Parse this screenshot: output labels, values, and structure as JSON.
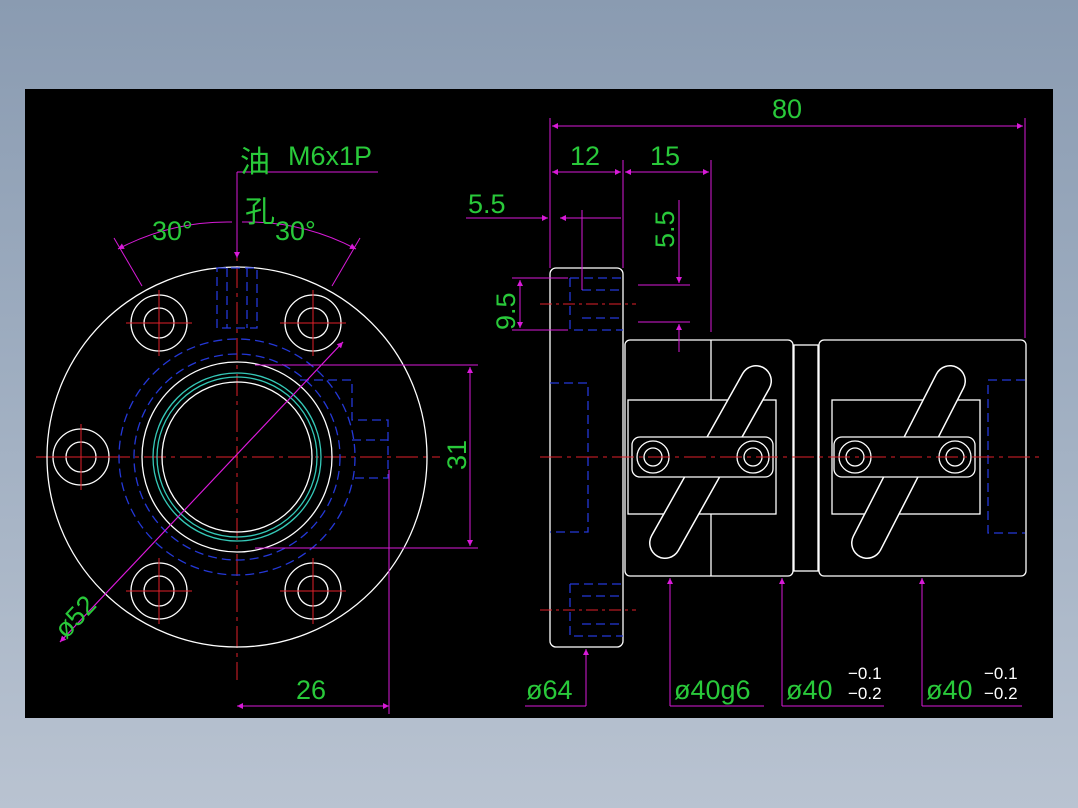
{
  "colors": {
    "background": "#000000",
    "outline": "#ffffff",
    "hidden": "#2438d8",
    "center": "#e0202a",
    "dimension": "#d81ad8",
    "text": "#29c93a",
    "seal": "#35c9b8"
  },
  "front_view": {
    "oil_hole_label_char1": "油",
    "oil_hole_label_char2": "孔",
    "thread_label": "M6x1P",
    "angle_left": "30°",
    "angle_right": "30°",
    "bolt_circle_dia": "ø52",
    "height_dim": "31",
    "width_dim": "26"
  },
  "side_view": {
    "overall_length": "80",
    "flange_thickness": "12",
    "segment_length": "15",
    "hole_offset_h": "5.5",
    "hole_offset_v": "5.5",
    "counterbore_dim": "9.5",
    "flange_dia": "ø64",
    "spigot_dia": "ø40g6",
    "body_dia_mid": "ø40",
    "body_dia_mid_tol_upper": "−0.1",
    "body_dia_mid_tol_lower": "−0.2",
    "body_dia_end": "ø40",
    "body_dia_end_tol_upper": "−0.1",
    "body_dia_end_tol_lower": "−0.2"
  }
}
